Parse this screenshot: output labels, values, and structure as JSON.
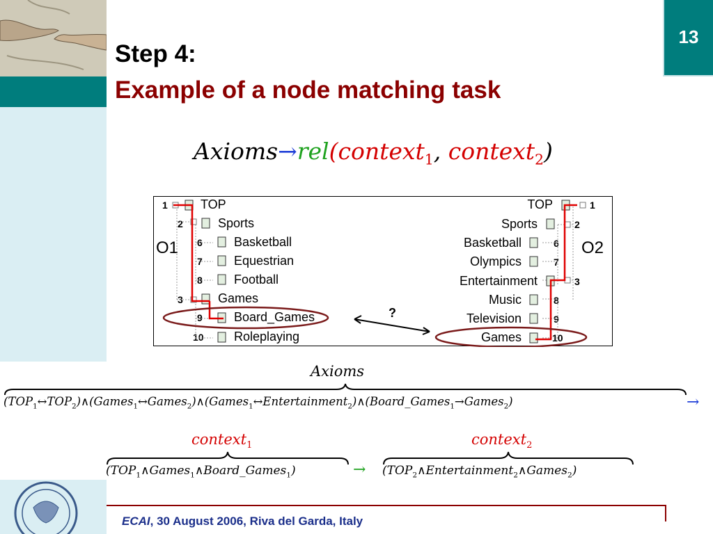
{
  "slide": {
    "number": "13"
  },
  "title": {
    "line1": "Step 4:",
    "line2": "Example of a node matching task"
  },
  "formula": {
    "axioms": "Axioms",
    "arrow": "→",
    "rel": "rel",
    "open": "(",
    "ctx1": "context",
    "sub1": "1",
    "comma": ", ",
    "ctx2": "context",
    "sub2": "2",
    "close": ")"
  },
  "tree1": {
    "label": "O1",
    "nodes": [
      {
        "idx": "1",
        "text": "TOP"
      },
      {
        "idx": "2",
        "text": "Sports"
      },
      {
        "idx": "6",
        "text": "Basketball"
      },
      {
        "idx": "7",
        "text": "Equestrian"
      },
      {
        "idx": "8",
        "text": "Football"
      },
      {
        "idx": "3",
        "text": "Games"
      },
      {
        "idx": "9",
        "text": "Board_Games"
      },
      {
        "idx": "10",
        "text": "Roleplaying"
      }
    ]
  },
  "tree2": {
    "label": "O2",
    "nodes": [
      {
        "idx": "1",
        "text": "TOP"
      },
      {
        "idx": "2",
        "text": "Sports"
      },
      {
        "idx": "6",
        "text": "Basketball"
      },
      {
        "idx": "7",
        "text": "Olympics"
      },
      {
        "idx": "3",
        "text": "Entertainment"
      },
      {
        "idx": "8",
        "text": "Music"
      },
      {
        "idx": "9",
        "text": "Television"
      },
      {
        "idx": "10",
        "text": "Games"
      }
    ]
  },
  "question": "?",
  "axioms": {
    "label": "Axioms",
    "expr_parts": [
      "(TOP",
      "1",
      "↔TOP",
      "2",
      ")∧(Games",
      "1",
      "↔Games",
      "2",
      ")∧(Games",
      "1",
      "↔Entertainment",
      "2",
      ")∧(Board_Games",
      "1",
      "→Games",
      "2",
      ")"
    ],
    "arrow": "→"
  },
  "context1": {
    "label": "context",
    "sub": "1",
    "expr_parts": [
      "(TOP",
      "1",
      "∧Games",
      "1",
      "∧Board_Games",
      "1",
      ")"
    ]
  },
  "context2": {
    "label": "context",
    "sub": "2",
    "expr_parts": [
      "(TOP",
      "2",
      "∧Entertainment",
      "2",
      "∧Games",
      "2",
      ")"
    ]
  },
  "context_arrow": "→",
  "footer": {
    "italic": "ECAI",
    "rest": ", 30 August 2006, Riva del Garda, Italy"
  },
  "colors": {
    "teal": "#007d7d",
    "light_band": "#daeef3",
    "title_red": "#8b0000",
    "link_red": "#e00000",
    "ellipse": "#7a1a1a",
    "footer_blue": "#1a2e8a"
  },
  "icons": [
    "document-icon",
    "expand-minus-icon",
    "double-arrow-icon",
    "university-seal-icon",
    "creation-of-adam-artwork"
  ]
}
